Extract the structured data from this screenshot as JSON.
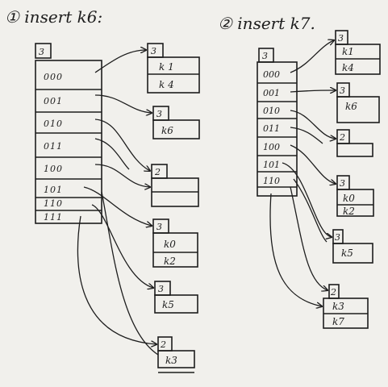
{
  "panels": [
    {
      "title": "① insert k6:",
      "global_depth": "3",
      "directory": [
        "000",
        "001",
        "010",
        "011",
        "100",
        "101",
        "110",
        "111"
      ],
      "buckets": [
        {
          "depth": "3",
          "keys": [
            "k 1",
            "k 4"
          ]
        },
        {
          "depth": "3",
          "keys": [
            "k6"
          ]
        },
        {
          "depth": "2",
          "keys": [
            "",
            ""
          ]
        },
        {
          "depth": "3",
          "keys": [
            "k0",
            "k2"
          ]
        },
        {
          "depth": "3",
          "keys": [
            "k5"
          ]
        },
        {
          "depth": "2",
          "keys": [
            "k3"
          ]
        }
      ]
    },
    {
      "title": "② insert k7.",
      "global_depth": "3",
      "directory": [
        "000",
        "001",
        "010",
        "011",
        "100",
        "101",
        "110"
      ],
      "buckets": [
        {
          "depth": "3",
          "keys": [
            "k1",
            "k4"
          ]
        },
        {
          "depth": "3",
          "keys": [
            "k6"
          ]
        },
        {
          "depth": "2",
          "keys": [
            ""
          ]
        },
        {
          "depth": "3",
          "keys": [
            "k0",
            "k2"
          ]
        },
        {
          "depth": "3",
          "keys": [
            "k5"
          ]
        },
        {
          "depth": "2",
          "keys": [
            "k3",
            "k7"
          ]
        }
      ]
    }
  ]
}
